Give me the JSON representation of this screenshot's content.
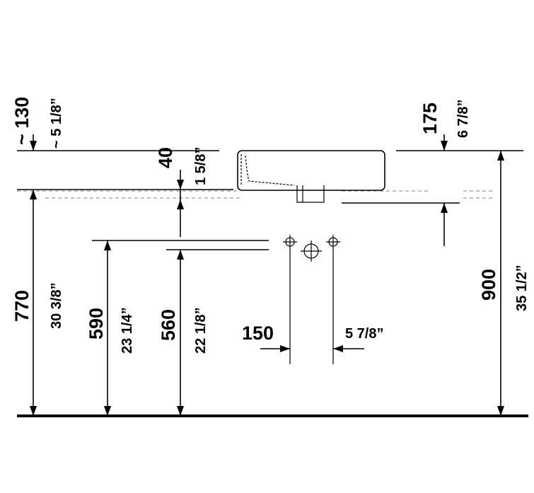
{
  "dimensions": {
    "top_left_mm": "~ 130",
    "top_left_in": "~ 5 1/8”",
    "top_mid_mm": "40",
    "top_mid_in": "1 5/8”",
    "top_right_mm": "175",
    "top_right_in": "6 7/8”",
    "h770_mm": "770",
    "h770_in": "30 3/8”",
    "h590_mm": "590",
    "h590_in": "23 1/4”",
    "h560_mm": "560",
    "h560_in": "22 1/8”",
    "w150_mm": "150",
    "w150_in": "5 7/8”",
    "h900_mm": "900",
    "h900_in": "35 1/2”"
  }
}
